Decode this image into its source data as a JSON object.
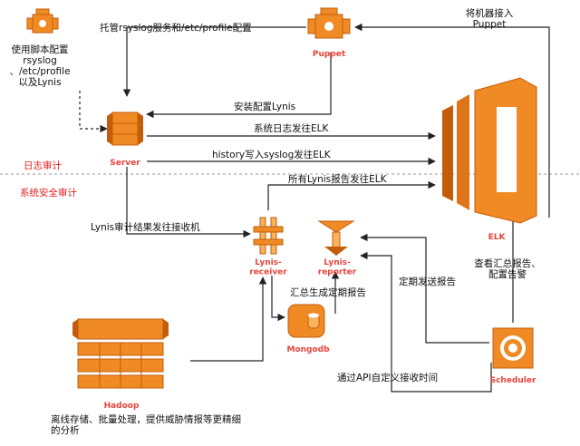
{
  "nodes": {
    "puppet_top_left": "",
    "puppet": "Puppet",
    "server": "Server",
    "elk": "ELK",
    "lynis_receiver": "Lynis-\nreceiver",
    "lynis_reporter": "Lynis-\nreporter",
    "mongodb": "Mongodb",
    "scheduler": "Scheduler",
    "hadoop": "Hadoop"
  },
  "sections": {
    "log_audit": "日志审计",
    "security_audit": "系统安全审计"
  },
  "labels": {
    "script_config": "使用脚本配置\nrsyslog\n、/etc/profile\n以及Lynis",
    "hosted_services": "托管rsyslog服务和/etc/profile配置",
    "register_puppet": "将机器接入\nPuppet",
    "install_lynis": "安装配置Lynis",
    "syslog_to_elk": "系统日志发往ELK",
    "history_to_elk": "history写入syslog发往ELK",
    "reports_to_elk": "所有Lynis报告发往ELK",
    "audit_to_receiver": "Lynis审计结果发往接收机",
    "summary_report": "汇总生成定期报告",
    "send_report": "定期发送报告",
    "view_summary": "查看汇总报告、\n配置告警",
    "api_time": "通过API自定义接收时间",
    "offline_storage": "离线存储、批量处理，提供威胁情报等更精细\n的分析"
  },
  "colors": {
    "orange": "#f08a24",
    "orange_dark": "#c45d0a",
    "orange_light": "#f7b25c",
    "node_label": "#e8433a",
    "section_label": "#e02020"
  }
}
